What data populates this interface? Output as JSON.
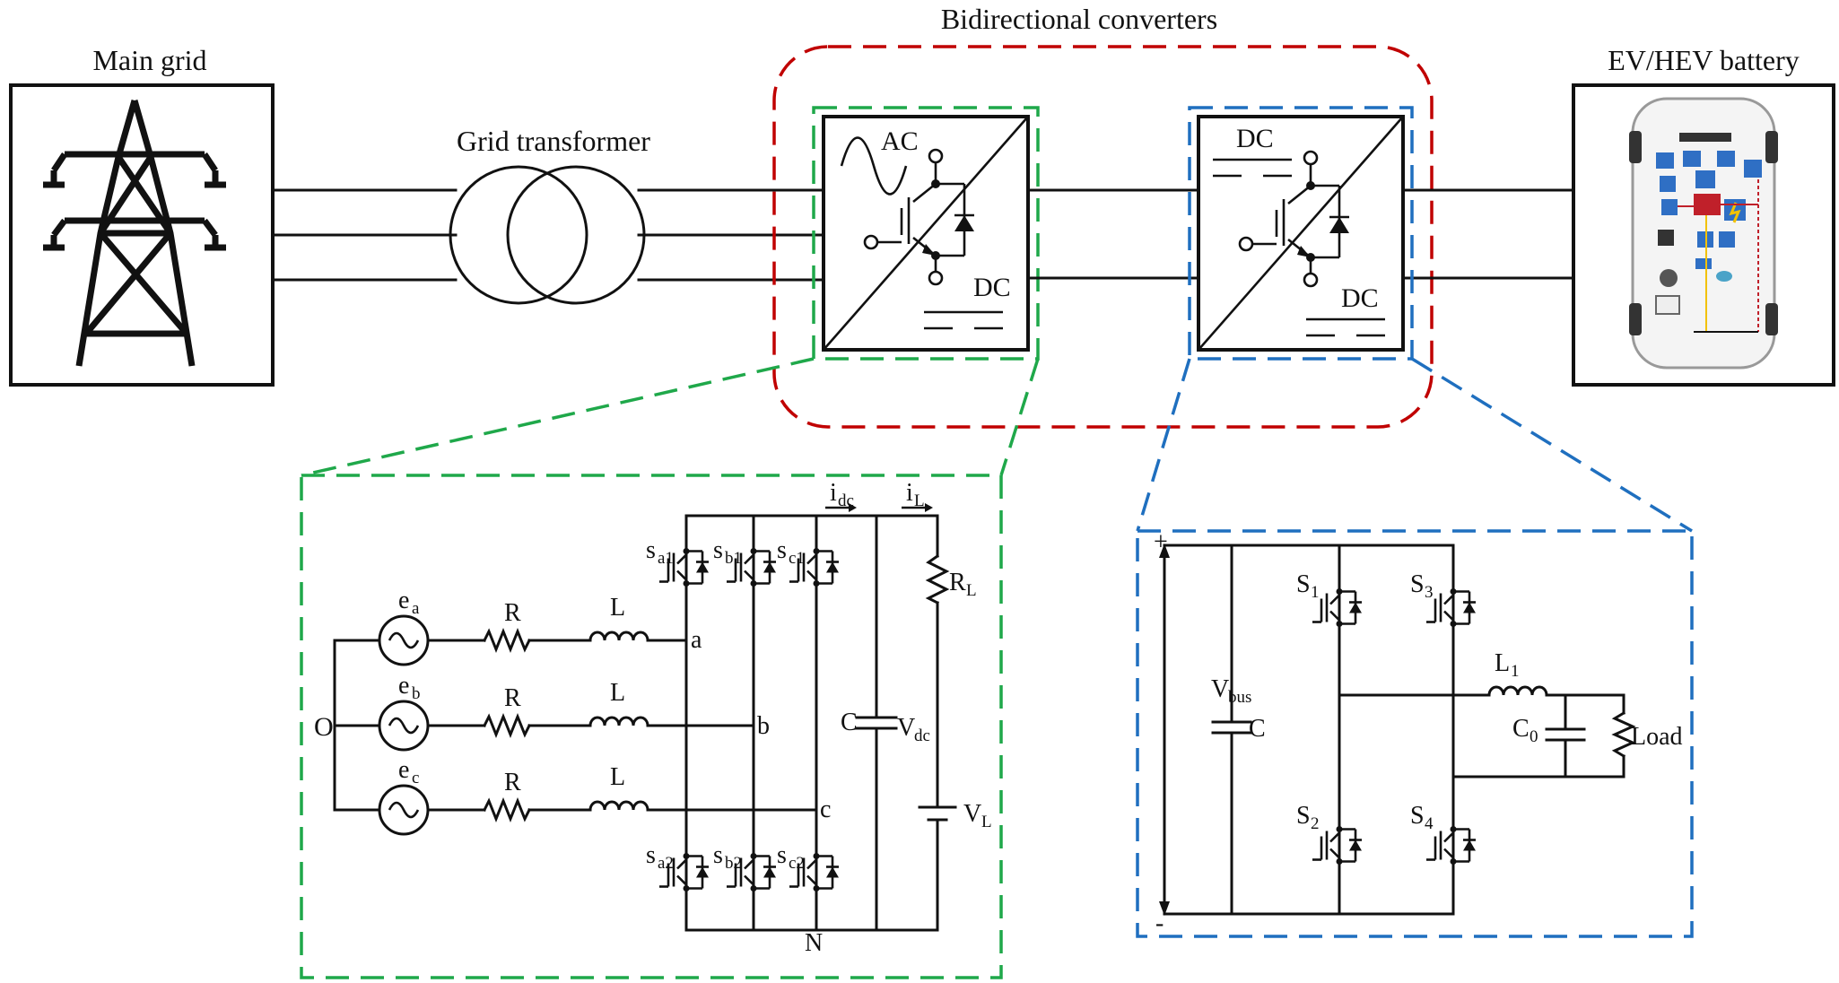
{
  "labels": {
    "main_grid": "Main grid",
    "grid_transformer": "Grid transformer",
    "bidirectional_converters": "Bidirectional converters",
    "ev_battery": "EV/HEV battery",
    "ac": "AC",
    "dc": "DC"
  },
  "ac_dc_circuit": {
    "e": "e",
    "a": "a",
    "b": "b",
    "c": "c",
    "R": "R",
    "L": "L",
    "O": "O",
    "N": "N",
    "s": "s",
    "a1": "a1",
    "b1": "b1",
    "c1": "c1",
    "a2": "a2",
    "b2": "b2",
    "c2": "c2",
    "i": "i",
    "dc": "dc",
    "l": "L",
    "C": "C",
    "V": "V",
    "RL_R": "R",
    "RL_sub": "L",
    "VL_V": "V",
    "VL_sub": "L"
  },
  "dc_dc_circuit": {
    "plus": "+",
    "minus": "-",
    "V": "V",
    "bus": "bus",
    "C": "C",
    "S": "S",
    "one": "1",
    "two": "2",
    "three": "3",
    "four": "4",
    "L1": "L",
    "L1_sub": "1",
    "C0": "C",
    "C0_sub": "0",
    "load": "Load"
  },
  "colors": {
    "outer_group": "#c00000",
    "ac_dc_zoom": "#1fa84a",
    "dc_dc_zoom": "#1f6fbf"
  }
}
